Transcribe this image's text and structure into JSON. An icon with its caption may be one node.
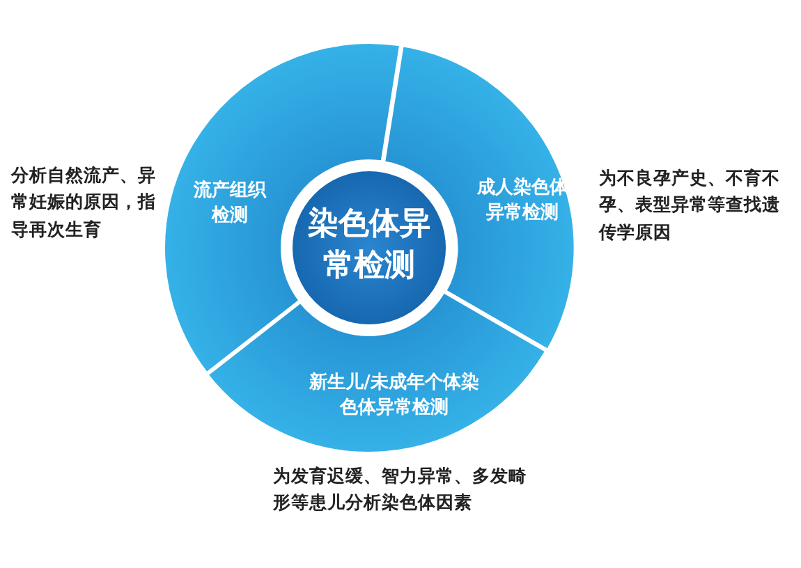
{
  "diagram": {
    "nodes": [
      {
        "text": [
          "染色体异常检测"
        ]
      },
      {
        "text": [
          "流产组织检测"
        ],
        "beside": [
          "分析自然流产、异常妊娠的原因，指导再次生育"
        ]
      },
      {
        "text": [
          "成人染色体异常检测"
        ],
        "beside": [
          "为不良孕产史、不育不孕、表型异常等查找遗传学原因"
        ]
      },
      {
        "text": [
          "新生儿/未成年个体染色体异常检测"
        ],
        "beside": [
          "为发育迟缓、智力异常、多发畸形等患儿分析染色体因素"
        ]
      }
    ]
  }
}
